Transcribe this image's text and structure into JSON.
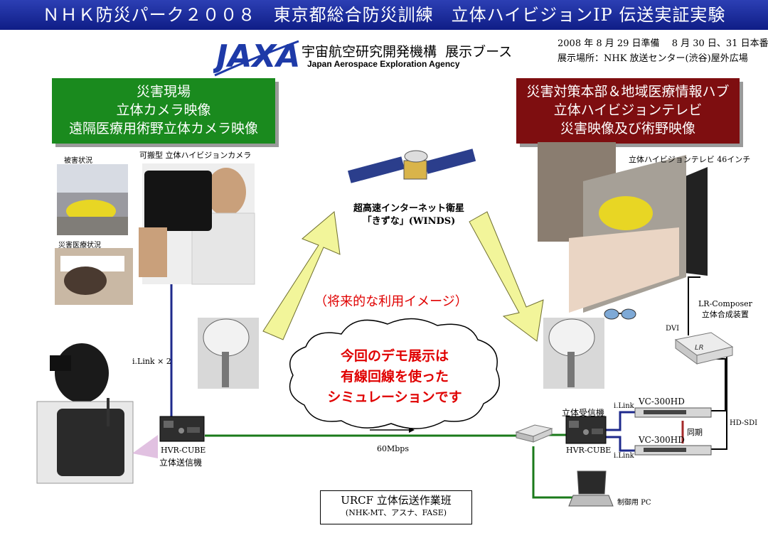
{
  "title": "ＮＨＫ防災パーク２００８　東京都総合防災訓練　立体ハイビジョンIP 伝送実証実験",
  "header": {
    "jaxa_logo": "JAXA",
    "org_name": "宇宙航空研究開発機構",
    "booth": "展示ブース",
    "org_name_en": "Japan Aerospace Exploration Agency",
    "dates": "2008 年 8 月 29 日準備　 8 月 30 日、31 日本番",
    "venue": "展示場所：NHK 放送センター(渋谷)屋外広場"
  },
  "left_panel": {
    "line1": "災害現場",
    "line2": "立体カメラ映像",
    "line3": "遠隔医療用術野立体カメラ映像"
  },
  "right_panel": {
    "line1": "災害対策本部＆地域医療情報ハブ",
    "line2": "立体ハイビジョンテレビ",
    "line3": "災害映像及び術野映像"
  },
  "labels": {
    "portable_camera": "可搬型  立体ハイビジョンカメラ",
    "damage_status": "被害状況",
    "medical_status": "災害医療状況",
    "satellite_line1": "超高速インターネット衛星",
    "satellite_line2": "「きずな」(WINDS)",
    "future_image": "（将来的な利用イメージ）",
    "tv": "立体ハイビジョンテレビ  46インチ",
    "ilink_x2": "i.Link  × 2",
    "hvr_cube_tx": "HVR-CUBE",
    "tx_unit": "立体送信機",
    "bandwidth": "60Mbps",
    "rx_unit": "立体受信機",
    "hvr_cube_rx": "HVR-CUBE",
    "ilink_top": "i.Link",
    "ilink_bottom": "i.Link",
    "vc_top": "VC-300HD",
    "vc_bottom": "VC-300HD",
    "sync": "同期",
    "hd_sdi": "HD-SDI",
    "dvi": "DVI",
    "composer_line1": "LR-Composer",
    "composer_line2": "立体合成装置",
    "composer_device": "LR",
    "control_pc": "制御用 PC",
    "team_title": "URCF 立体伝送作業班",
    "team_members": "(NHK-MT、アスナ、FASE)"
  },
  "cloud": {
    "line1": "今回のデモ展示は",
    "line2": "有線回線を使った",
    "line3": "シミュレーションです"
  },
  "colors": {
    "title_bg": "#1a2a9e",
    "green_panel": "#1a8a1e",
    "red_panel": "#7e0e10",
    "link_blue": "#1e2a8c",
    "link_green": "#1a7a1a",
    "arrow_fill": "#f2f59a",
    "cloud_text": "#e00000"
  }
}
